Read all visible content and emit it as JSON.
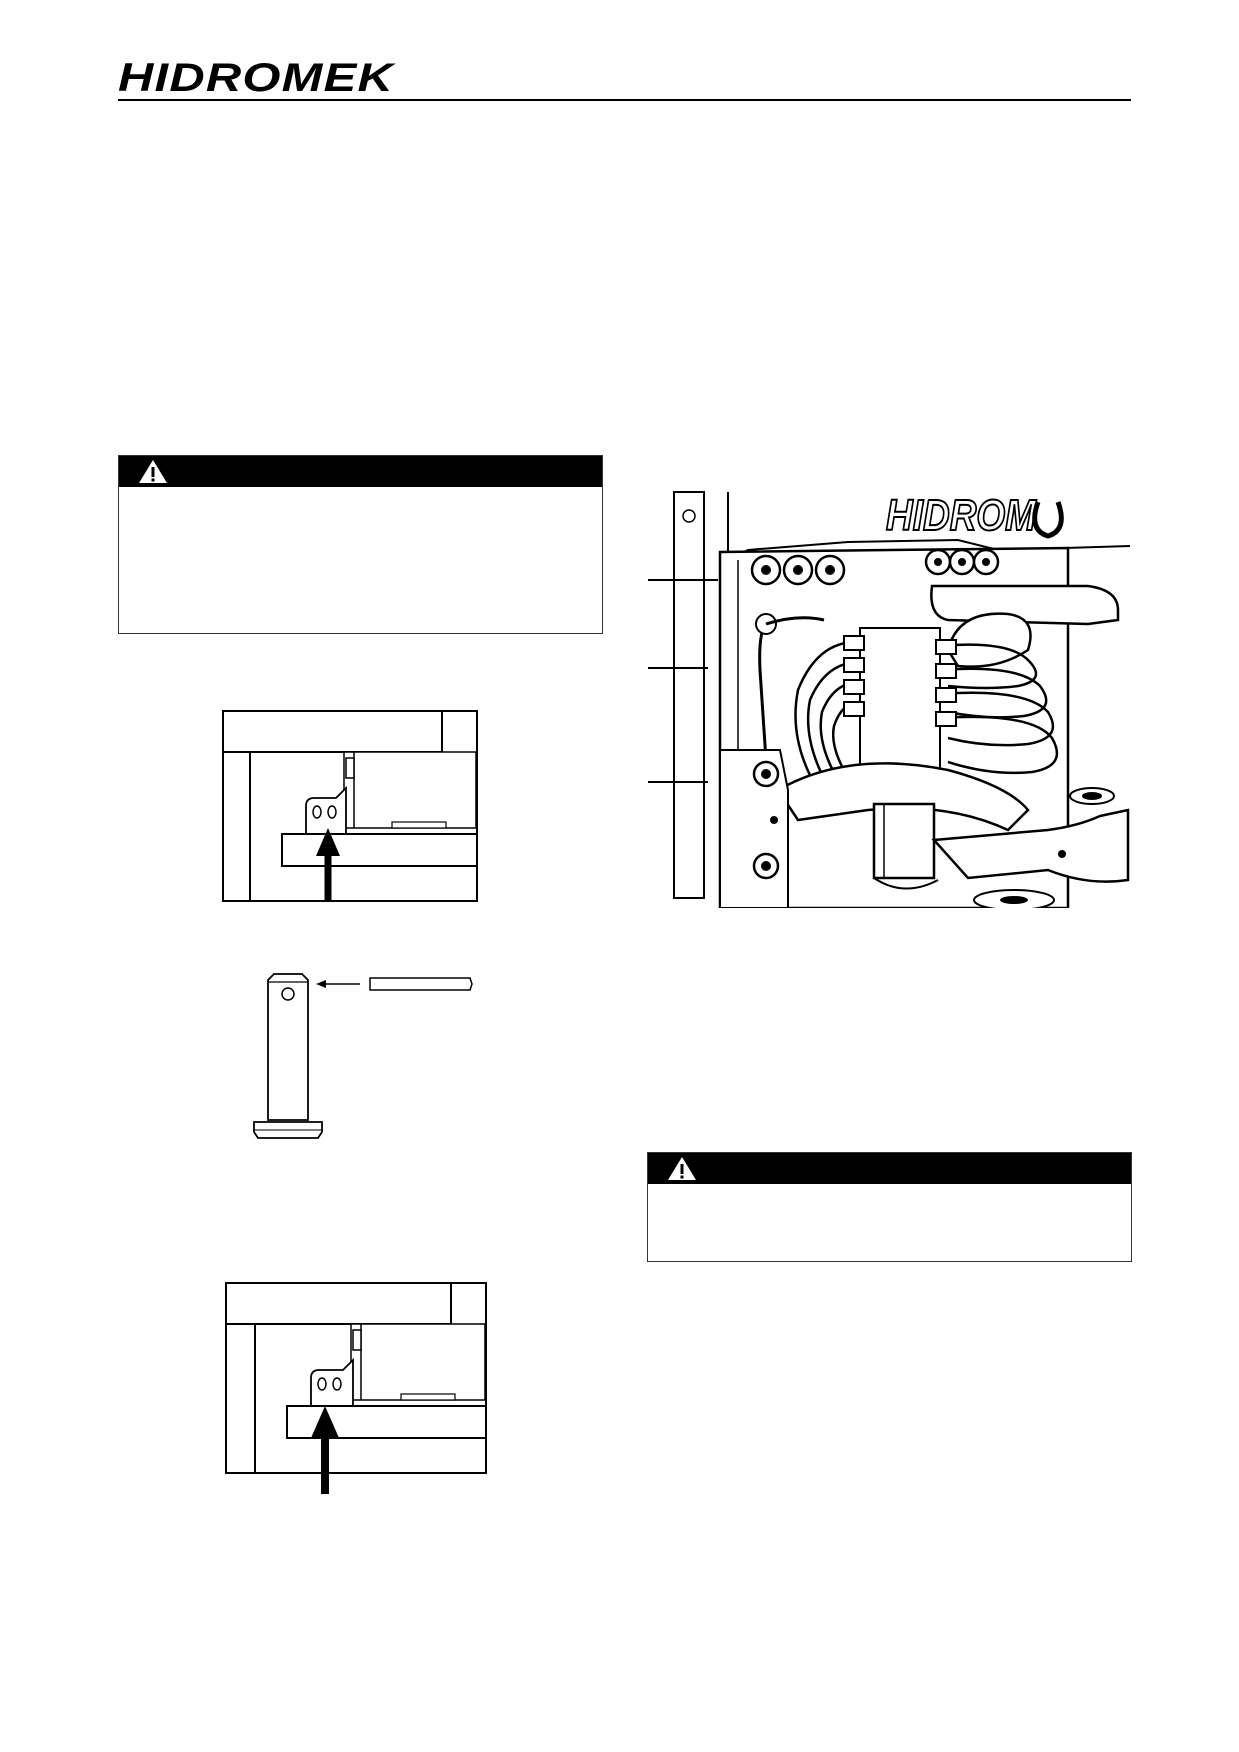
{
  "header": {
    "logo_text": "HIDROMEK"
  },
  "warnings": [
    {
      "icon": "warning-triangle-icon"
    },
    {
      "icon": "warning-triangle-icon"
    }
  ],
  "figures": [
    {
      "kind": "line-drawing",
      "subject": "pin-location-arrow"
    },
    {
      "kind": "line-drawing",
      "subject": "pin-with-retaining-rod"
    },
    {
      "kind": "line-drawing",
      "subject": "pin-location-arrow"
    },
    {
      "kind": "photo",
      "subject": "hydraulic-hose-connections",
      "watermark_text": "HIDROM"
    }
  ]
}
